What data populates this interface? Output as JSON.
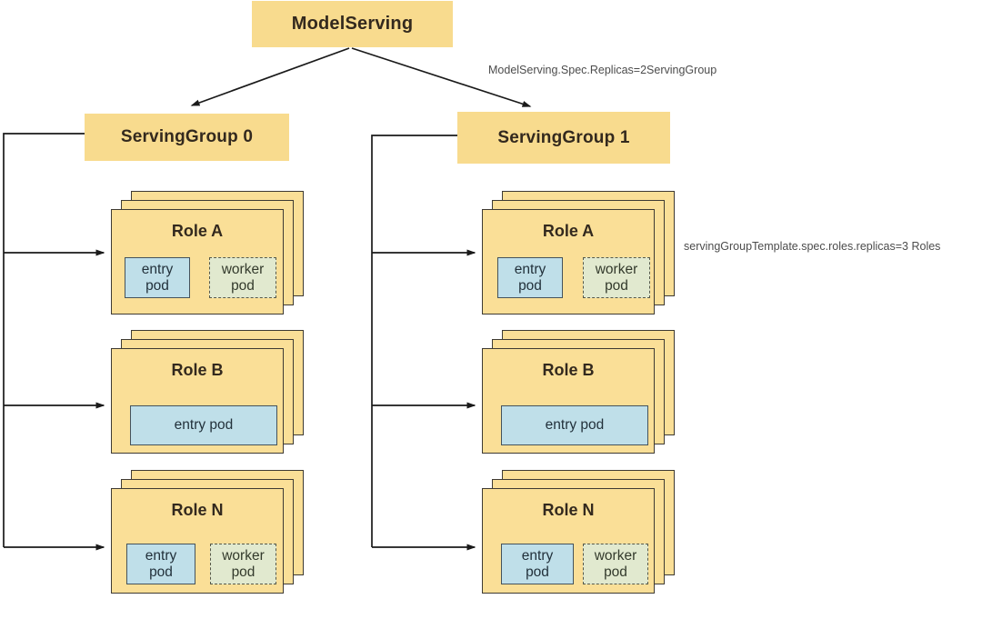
{
  "root": {
    "label": "ModelServing"
  },
  "annotations": {
    "servinggroup_replicas": "ModelServing.Spec.Replicas=2ServingGroup",
    "roles_replicas": "servingGroupTemplate.spec.roles.replicas=3 Roles"
  },
  "groups": [
    {
      "label": "ServingGroup 0",
      "roles": [
        {
          "label": "Role A",
          "entry_pod": "entry pod",
          "worker_pod": "worker pod"
        },
        {
          "label": "Role B",
          "entry_pod": "entry pod"
        },
        {
          "label": "Role N",
          "entry_pod": "entry pod",
          "worker_pod": "worker pod"
        }
      ]
    },
    {
      "label": "ServingGroup 1",
      "roles": [
        {
          "label": "Role A",
          "entry_pod": "entry pod",
          "worker_pod": "worker pod"
        },
        {
          "label": "Role B",
          "entry_pod": "entry pod"
        },
        {
          "label": "Role N",
          "entry_pod": "entry pod",
          "worker_pod": "worker pod"
        }
      ]
    }
  ],
  "colors": {
    "header_fill": "#F8DB8E",
    "card_fill": "#FADF97",
    "entry_pod_fill": "#BFDFE9",
    "worker_pod_fill": "#E1E9CF",
    "line": "#1A1A1A"
  }
}
